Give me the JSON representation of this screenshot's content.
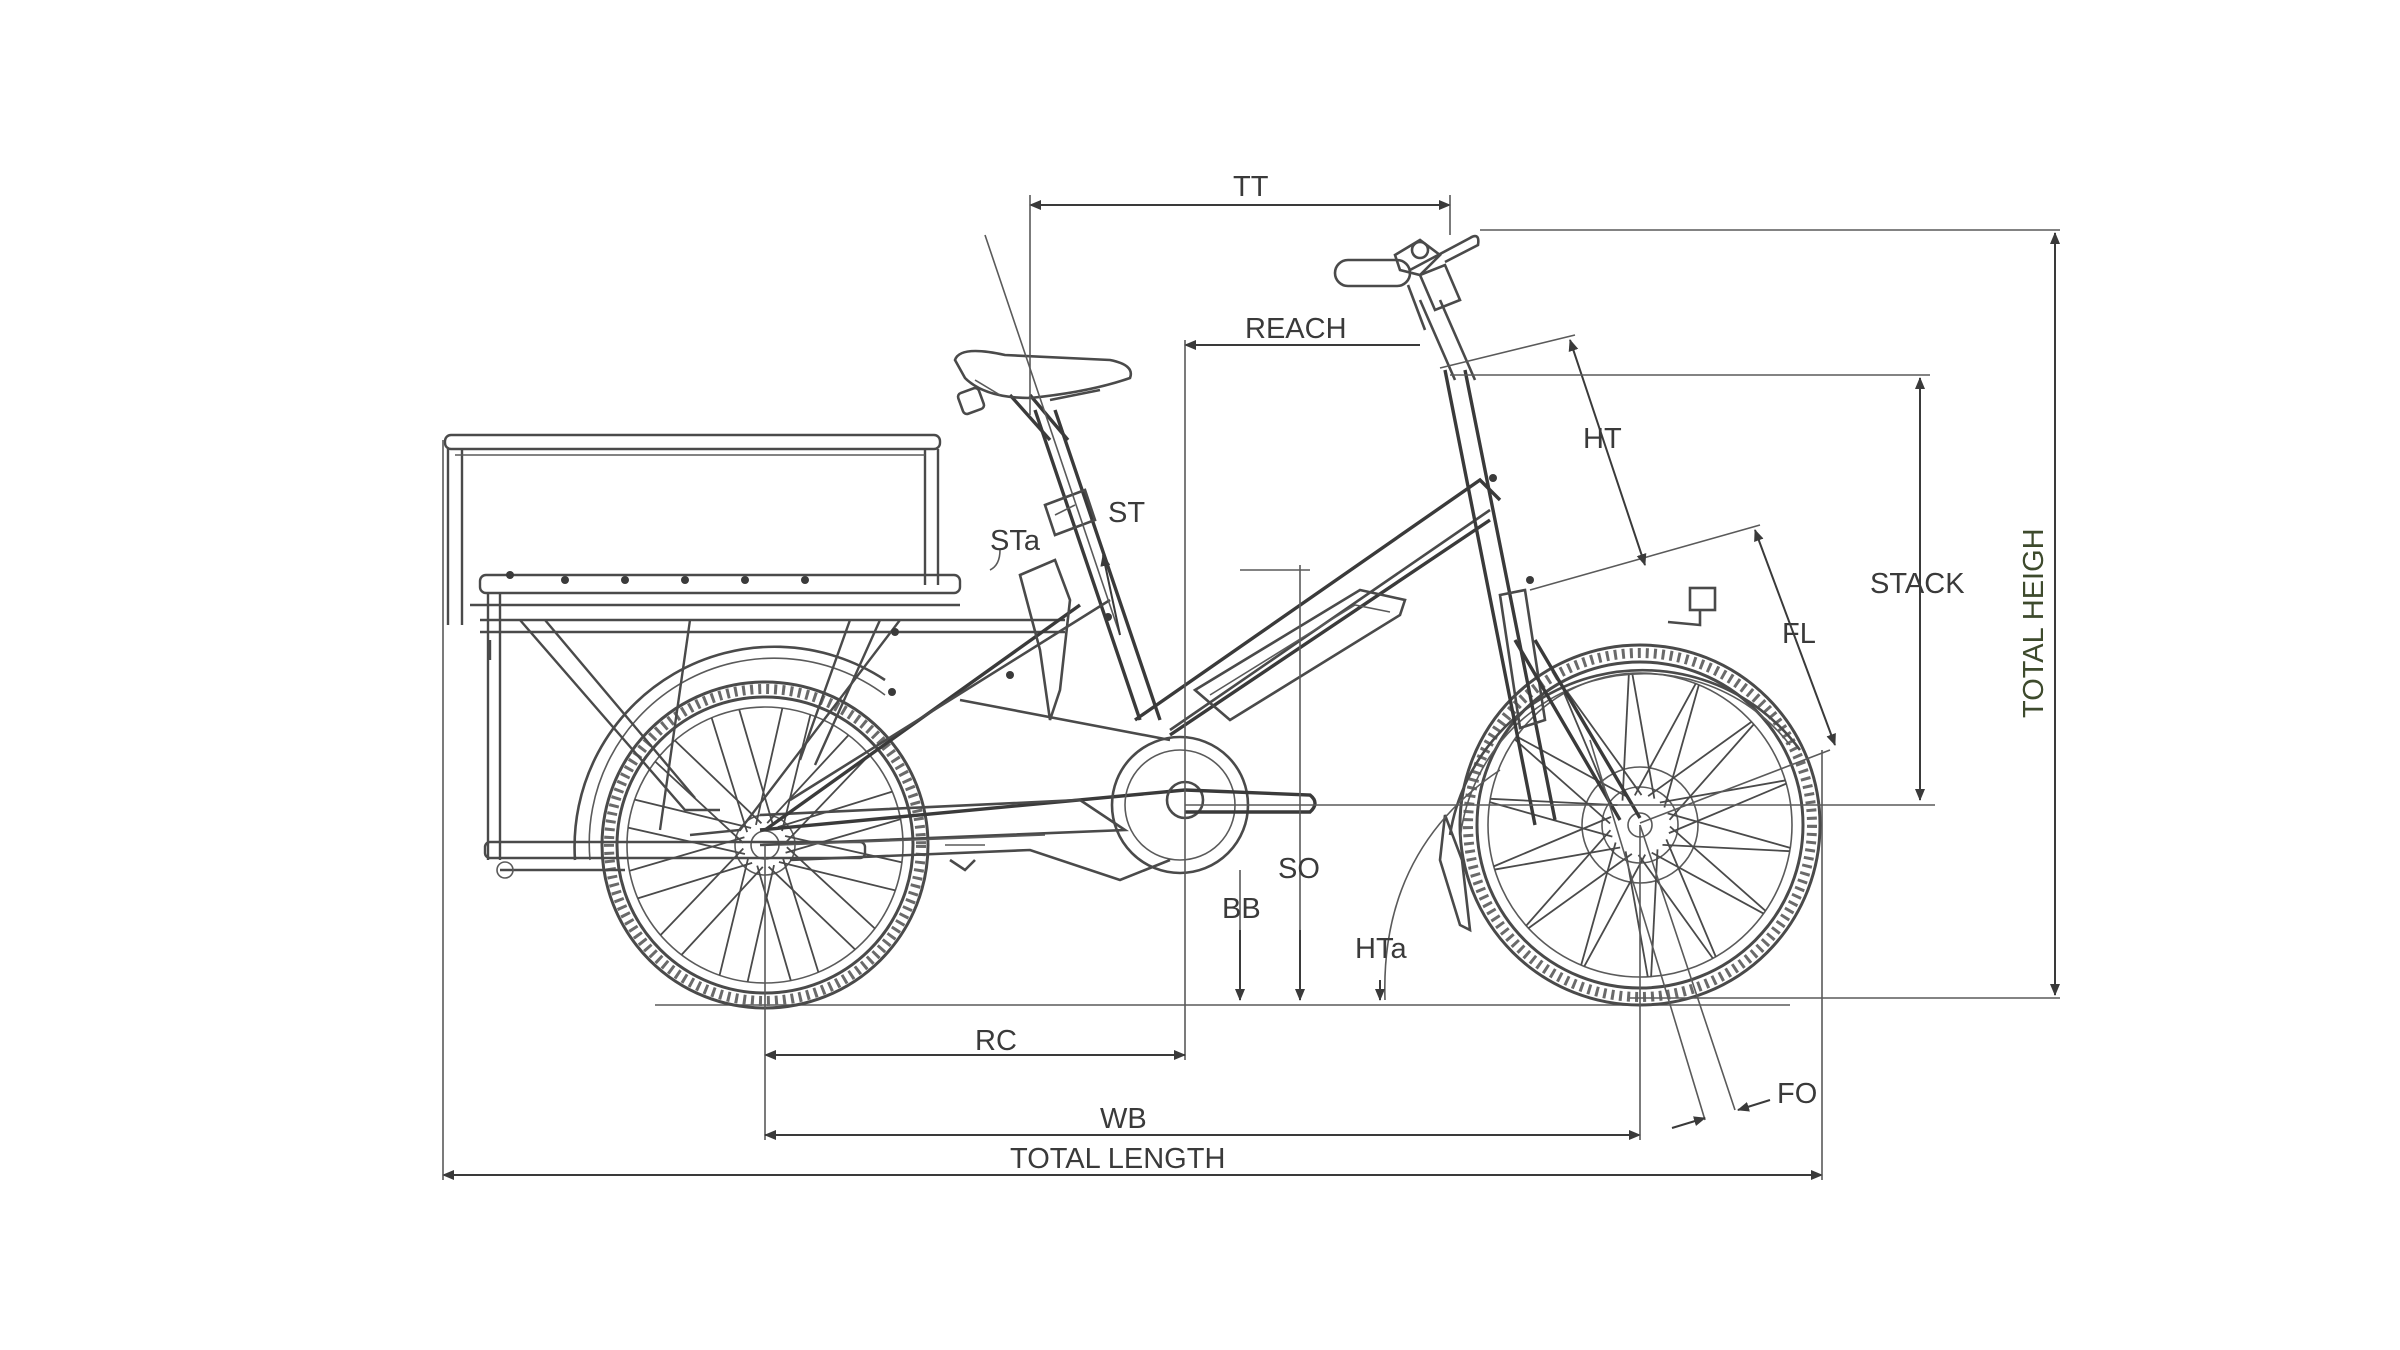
{
  "labels": {
    "tt": "TT",
    "reach": "REACH",
    "ht": "HT",
    "stack": "STACK",
    "total_height": "TOTAL HEIGH",
    "st": "ST",
    "sta": "STa",
    "fl": "FL",
    "so": "SO",
    "bb": "BB",
    "hta": "HTa",
    "rc": "RC",
    "wb": "WB",
    "fo": "FO",
    "total_length": "TOTAL LENGTH"
  },
  "colors": {
    "line": "#3a3a3a",
    "vertical_label": "#3d4a2c",
    "background": "#ffffff"
  }
}
